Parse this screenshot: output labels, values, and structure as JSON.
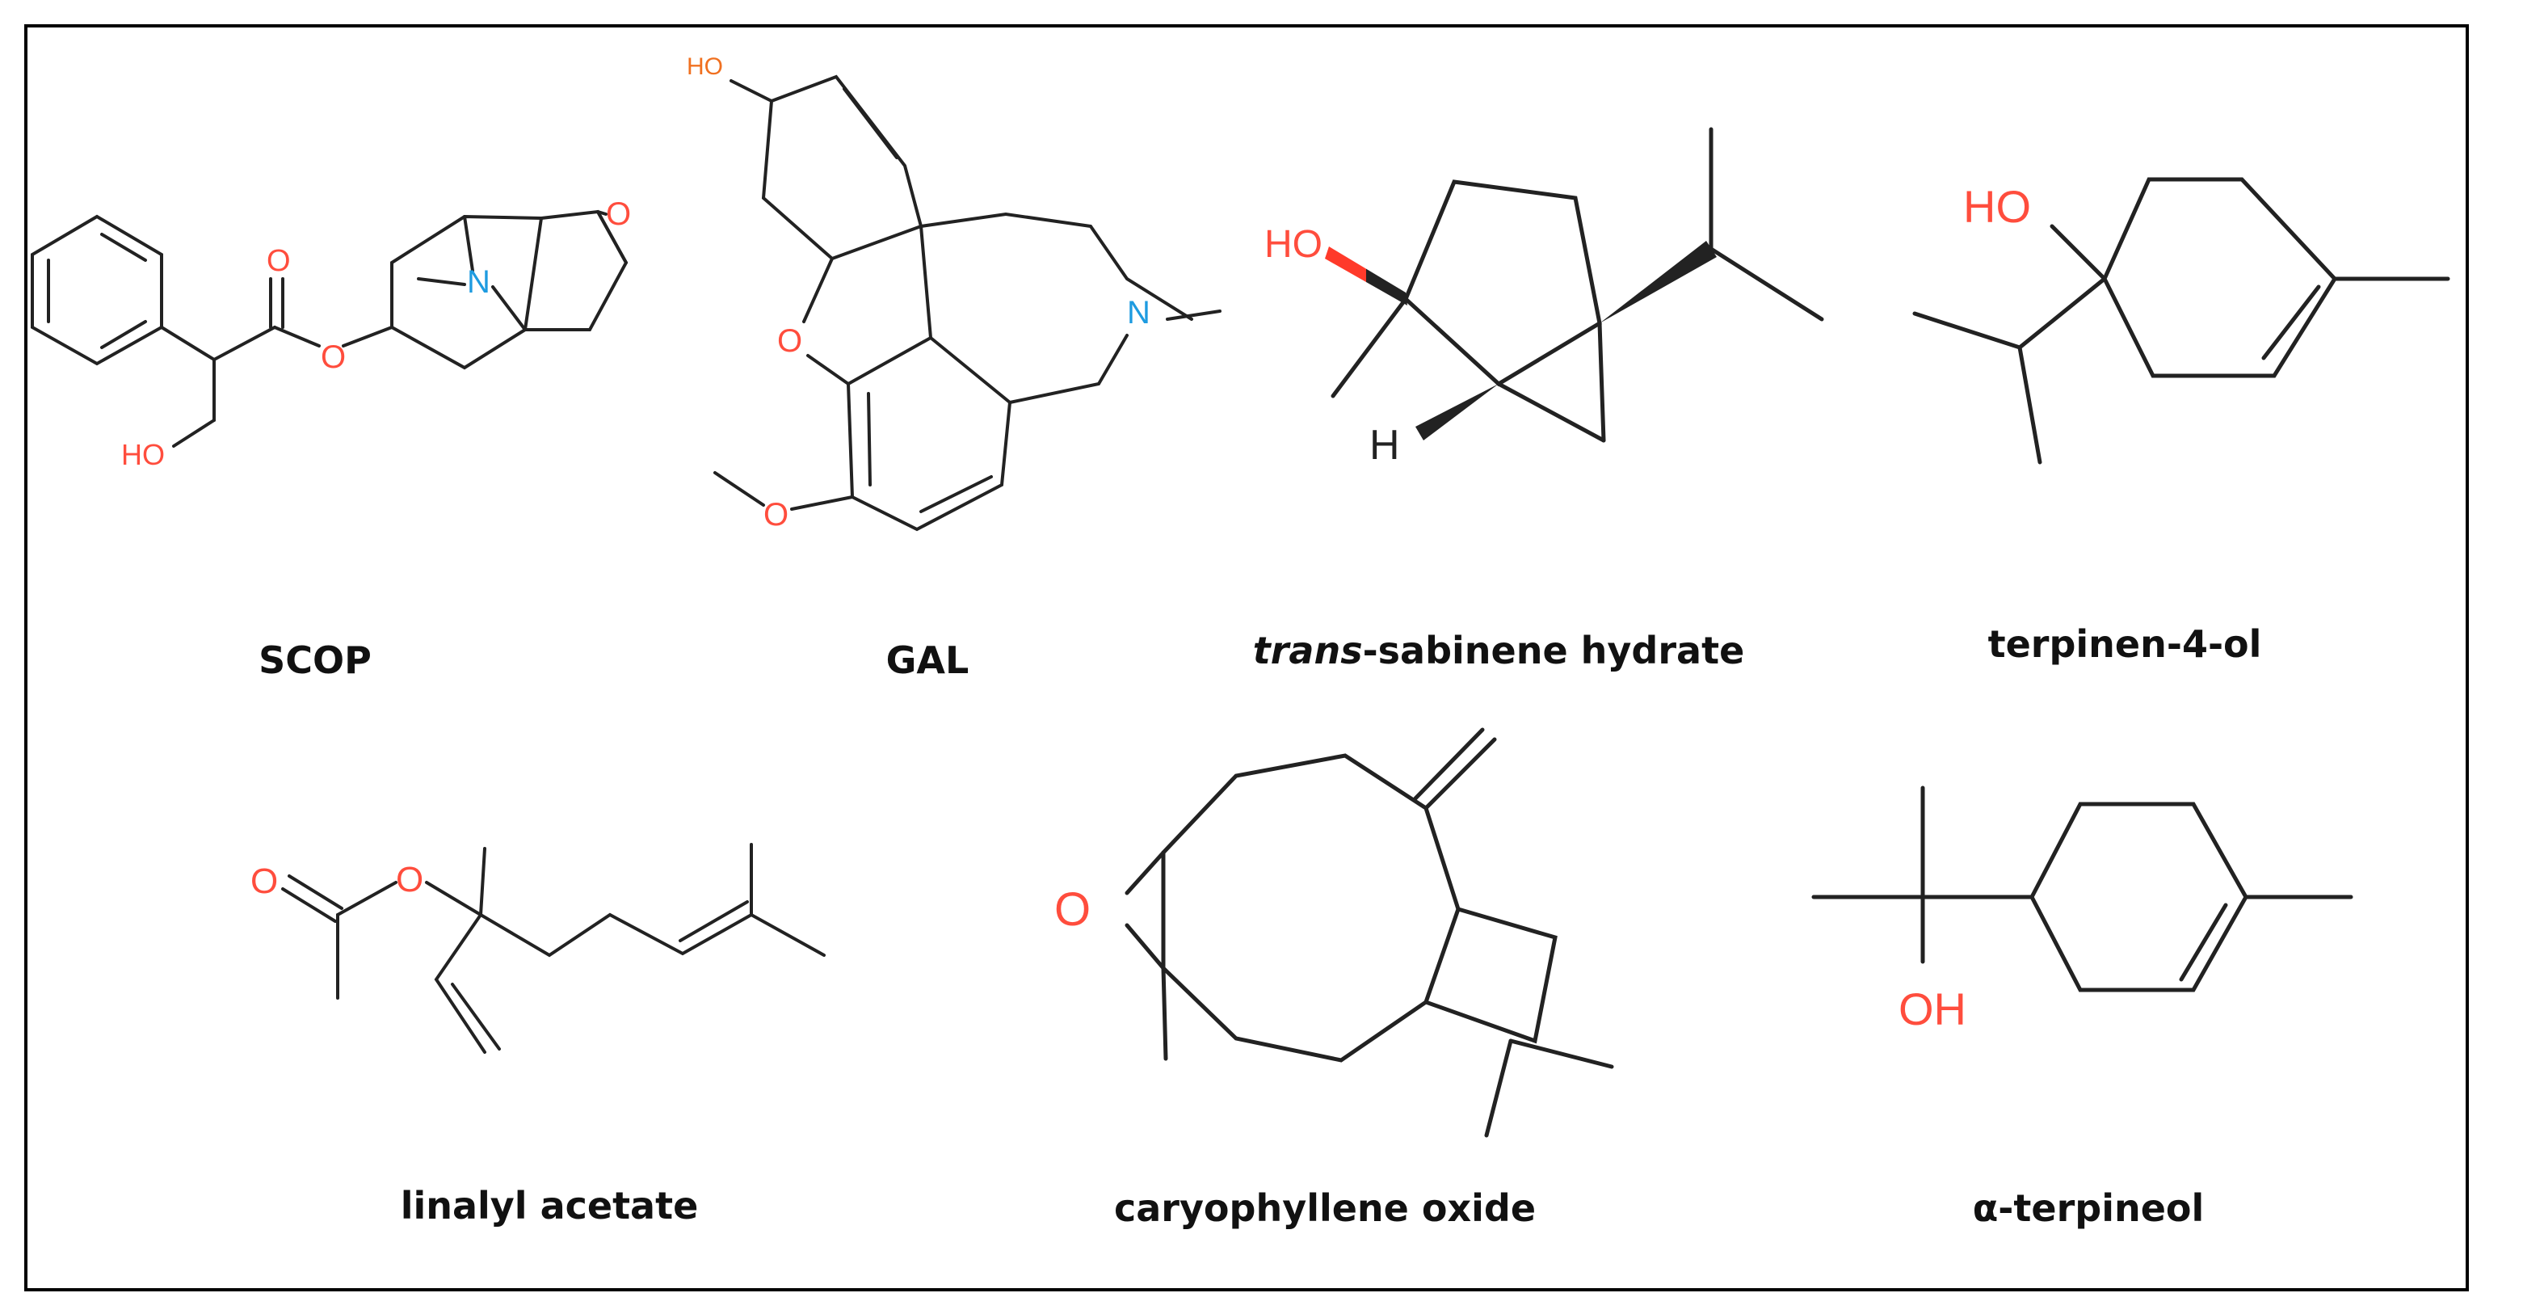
{
  "colors": {
    "oxygen": "#ff4d3d",
    "oxygen_alt": "#f07020",
    "nitrogen": "#1e9be0",
    "bond": "#222222",
    "frame": "#000000"
  },
  "molecules": [
    {
      "id": "scop",
      "caption": "SCOP",
      "atoms": {
        "o_ring": "O",
        "oh": "HO",
        "n": "N",
        "o_carbonyl": "O",
        "o_ester": "O"
      }
    },
    {
      "id": "gal",
      "caption": "GAL",
      "atoms": {
        "oh": "HO",
        "o_ether": "O",
        "o_methoxy": "O",
        "n": "N"
      }
    },
    {
      "id": "sabinene",
      "caption_italic": "trans",
      "caption_rest": "-sabinene hydrate",
      "atoms": {
        "oh": "HO",
        "h": "H"
      }
    },
    {
      "id": "terpinen",
      "caption": "terpinen-4-ol",
      "atoms": {
        "oh": "HO"
      }
    },
    {
      "id": "linalyl",
      "caption": "linalyl acetate",
      "atoms": {
        "o_carbonyl": "O",
        "o_ester": "O"
      }
    },
    {
      "id": "caryo",
      "caption": "caryophyllene oxide",
      "atoms": {
        "o_epoxide": "O"
      }
    },
    {
      "id": "terpineol",
      "caption": "α-terpineol",
      "atoms": {
        "oh": "OH"
      }
    }
  ]
}
